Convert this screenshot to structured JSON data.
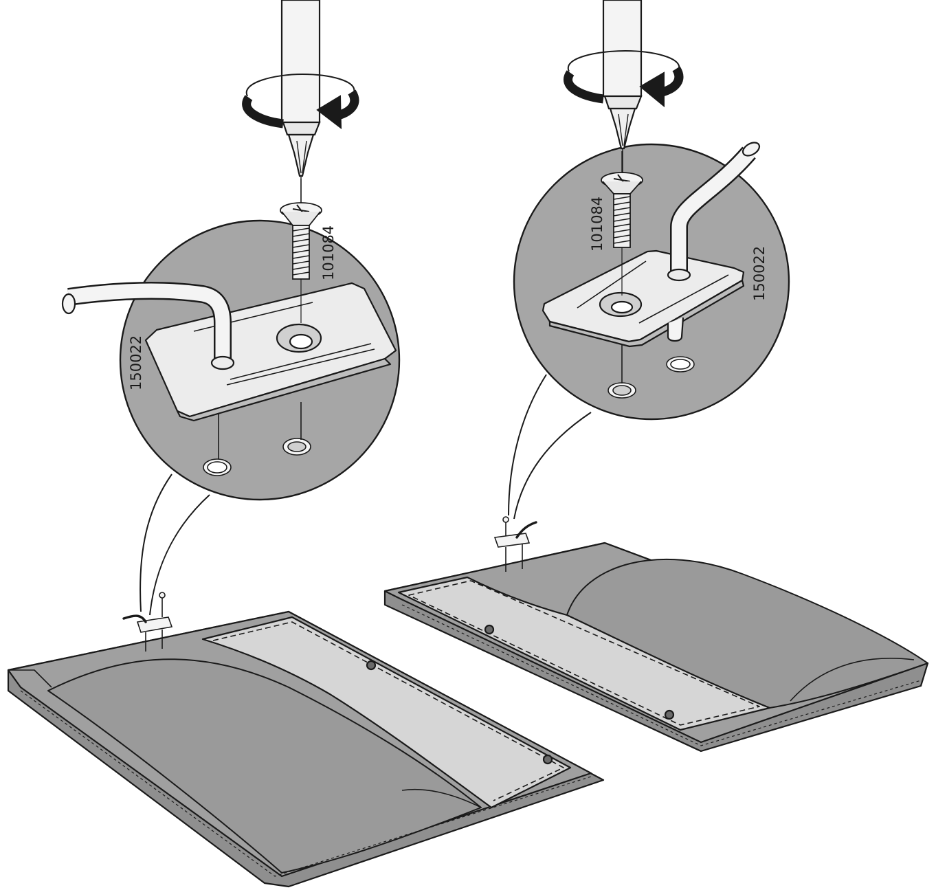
{
  "left_step": {
    "screw_part_number": "101084",
    "bracket_part_number": "150022",
    "rotation": "clockwise"
  },
  "right_step": {
    "screw_part_number": "101084",
    "bracket_part_number": "150022",
    "rotation": "clockwise"
  },
  "colors": {
    "ink": "#1a1a1a",
    "cushion_gray": "#9d9d9d",
    "cushion_dark": "#8a8a8a",
    "board_light": "#d6d6d6",
    "magnifier_gray": "#a6a6a6",
    "metal_light": "#f4f4f4"
  }
}
